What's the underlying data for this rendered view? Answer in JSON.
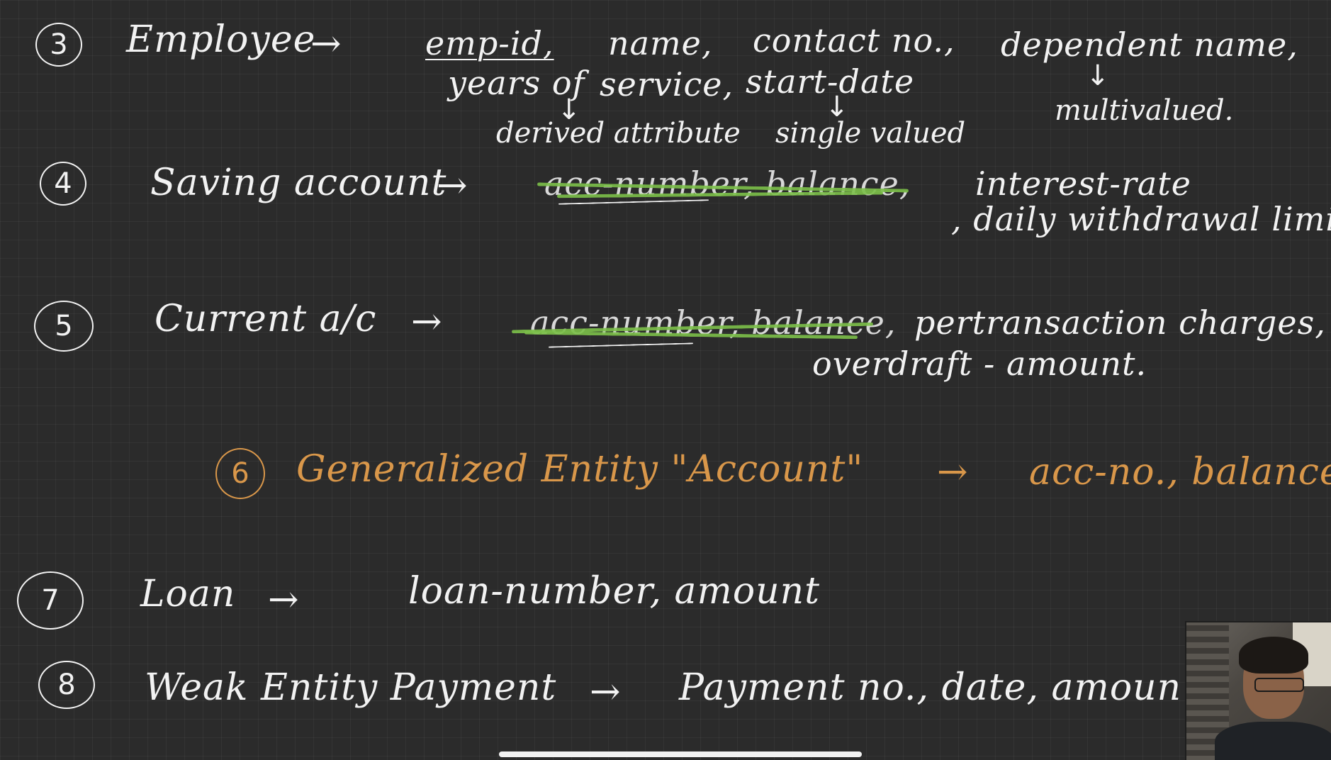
{
  "rows": {
    "r3": {
      "number": "3",
      "entity": "Employee",
      "arrow": "→",
      "attrs_line1": [
        "emp-id,",
        "name,",
        "contact no.,",
        "dependent name,"
      ],
      "attrs_line2": [
        "years of",
        "service,",
        "start-date"
      ],
      "notes": [
        "derived attribute",
        "single valued",
        "multivalued."
      ]
    },
    "r4": {
      "number": "4",
      "entity": "Saving account",
      "arrow": "→",
      "struck": "acc-number, balance,",
      "attrs": [
        "interest-rate",
        ", daily withdrawal limit."
      ]
    },
    "r5": {
      "number": "5",
      "entity": "Current a/c",
      "arrow": "→",
      "struck": "acc-number, balance,",
      "attrs": [
        "pertransaction charges,",
        "overdraft - amount."
      ]
    },
    "r6": {
      "number": "6",
      "entity": "Generalized Entity \"Account\"",
      "arrow": "→",
      "attrs": "acc-no., balance"
    },
    "r7": {
      "number": "7",
      "entity": "Loan",
      "arrow": "→",
      "attrs": "loan-number, amount"
    },
    "r8": {
      "number": "8",
      "entity": "Weak Entity Payment",
      "arrow": "→",
      "attrs": "Payment no., date, amoun"
    }
  },
  "colors": {
    "background": "#2b2b2b",
    "ink": "#f2f2f2",
    "orange": "#d9974a",
    "green": "#7cc04a"
  }
}
